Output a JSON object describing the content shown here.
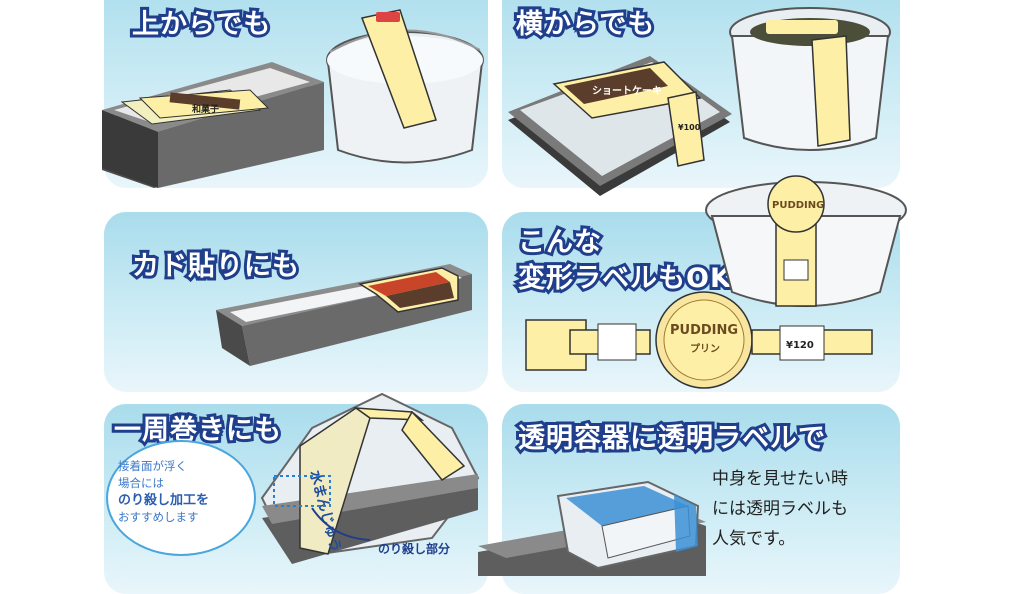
{
  "panels": {
    "top_left": {
      "heading": "上からでも",
      "label_text": "和菓子"
    },
    "top_right": {
      "heading": "横からでも",
      "label_text": "ショートケーキ",
      "price": "¥100"
    },
    "mid_left": {
      "heading": "カド貼りにも"
    },
    "mid_right": {
      "heading_line1": "こんな",
      "heading_line2": "変形ラベルもOK!",
      "label_brand": "PUDDING",
      "label_jp": "プリン",
      "price": "¥120"
    },
    "bottom_left": {
      "heading": "一周巻きにも",
      "bubble_line1": "接着面が浮く",
      "bubble_line2": "場合には",
      "bubble_line3": "のり殺し加工を",
      "bubble_line4": "おすすめします",
      "callout": "のり殺し部分",
      "label_text": "水まんじゅう"
    },
    "bottom_right": {
      "heading": "透明容器に透明ラベルで",
      "note_line1": "中身を見せたい時",
      "note_line2": "には透明ラベルも",
      "note_line3": "人気です。"
    }
  },
  "colors": {
    "panel_bg": "#bfe6f2",
    "heading_stroke": "#1f3e8c",
    "label_cream": "#fdf0a6",
    "tray_gray": "#6e6e6e"
  }
}
